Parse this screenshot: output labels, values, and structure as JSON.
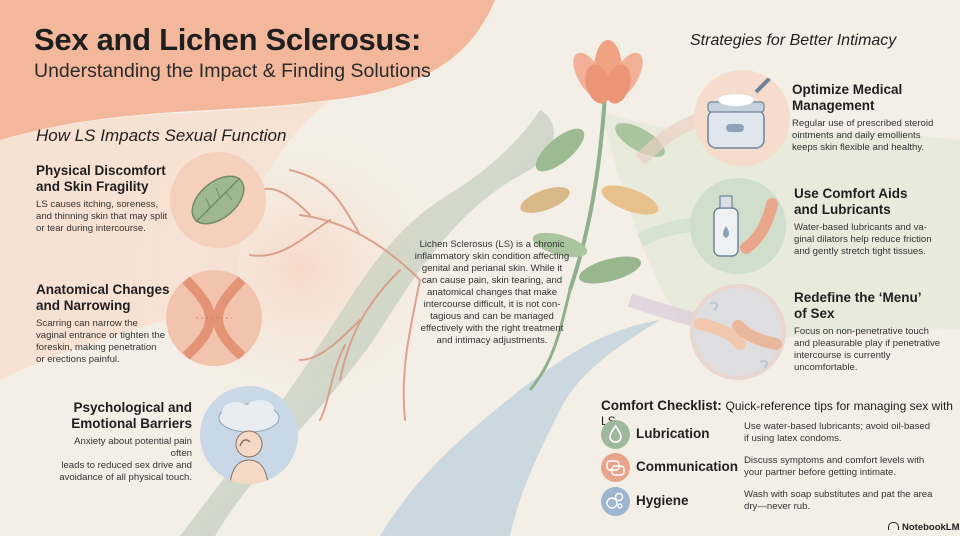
{
  "header": {
    "title": "Sex and Lichen Sclerosus:",
    "subtitle": "Understanding the Impact & Finding Solutions"
  },
  "left_section": {
    "heading": "How LS Impacts Sexual Function",
    "items": [
      {
        "title_line1": "Physical Discomfort",
        "title_line2": "and Skin Fragility",
        "desc_lines": [
          "LS causes itching, soreness,",
          "and thinning skin that may split",
          "or tear during intercourse."
        ],
        "icon": "leaf-icon"
      },
      {
        "title_line1": "Anatomical Changes",
        "title_line2": "and Narrowing",
        "desc_lines": [
          "Scarring can narrow the",
          "vaginal entrance or tighten the",
          "foreskin, making penetration",
          "or erections painful."
        ],
        "icon": "narrowing-icon"
      },
      {
        "title_line1": "Psychological and",
        "title_line2": "Emotional Barriers",
        "desc_lines": [
          "Anxiety about potential pain often",
          "leads to reduced sex drive and",
          "avoidance of all physical touch."
        ],
        "icon": "distressed-person-cloud-icon"
      }
    ]
  },
  "center": {
    "lines": [
      "Lichen Sclerosus (LS) is a chronic",
      "inflammatory skin condition affecting",
      "genital and perianal skin. While it",
      "can cause pain, skin tearing, and",
      "anatomical changes that make",
      "intercourse difficult, it is not con-",
      "tagious and can be managed",
      "effectively with the right treatment",
      "and intimacy adjustments."
    ]
  },
  "right_section": {
    "heading": "Strategies for Better Intimacy",
    "items": [
      {
        "title_line1": "Optimize Medical",
        "title_line2": "Management",
        "desc_lines": [
          "Regular use of prescribed steroid",
          "ointments and daily emollients",
          "keeps skin flexible and healthy."
        ],
        "icon": "ointment-jar-icon"
      },
      {
        "title_line1": "Use Comfort Aids",
        "title_line2": "and Lubricants",
        "desc_lines": [
          "Water-based lubricants and va-",
          "ginal dilators help reduce friction",
          "and gently stretch tight tissues."
        ],
        "icon": "lubricant-bottle-icon"
      },
      {
        "title_line1": "Redefine the ‘Menu’",
        "title_line2": "of Sex",
        "desc_lines": [
          "Focus on non-penetrative touch",
          "and pleasurable play if penetrative",
          "intercourse is currently",
          "uncomfortable."
        ],
        "icon": "holding-hands-icon"
      }
    ]
  },
  "checklist": {
    "title": "Comfort Checklist:",
    "subtitle": "Quick-reference tips for managing sex with LS",
    "rows": [
      {
        "label": "Lubrication",
        "desc_lines": [
          "Use water-based lubricants; avoid oil-based",
          "if using latex condoms."
        ],
        "icon": "droplet-icon",
        "color": "#9db89a"
      },
      {
        "label": "Communication",
        "desc_lines": [
          "Discuss symptoms and comfort levels with",
          "your partner before getting intimate."
        ],
        "icon": "speech-bubbles-icon",
        "color": "#e7a48a"
      },
      {
        "label": "Hygiene",
        "desc_lines": [
          "Wash with soap substitutes and pat the area",
          "dry—never rub."
        ],
        "icon": "soap-bubbles-icon",
        "color": "#9cb6cf"
      }
    ]
  },
  "footer": {
    "brand": "NotebookLM"
  },
  "colors": {
    "peach": "#f2b79a",
    "sage": "#8fb08c",
    "blue": "#a8c1d6",
    "cream": "#f4efe6"
  }
}
